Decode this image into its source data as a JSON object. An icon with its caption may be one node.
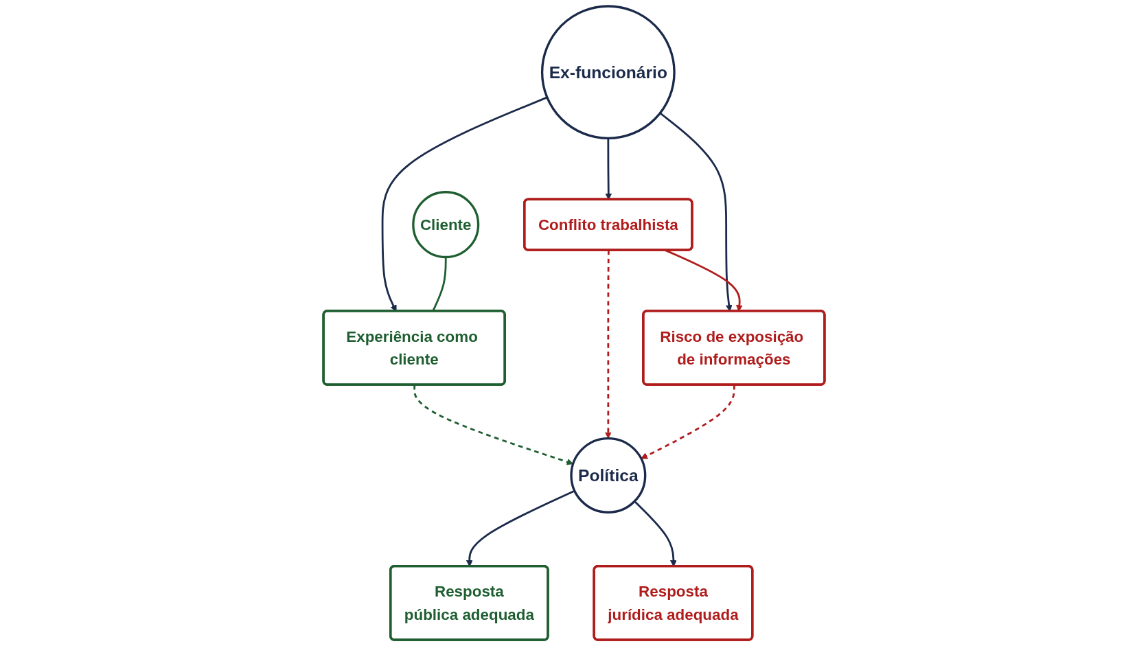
{
  "diagram": {
    "nodes": [
      {
        "text": [
          "Ex-funcionário"
        ]
      },
      {
        "text": [
          "Cliente"
        ]
      },
      {
        "text": [
          "Experiência como cliente"
        ]
      },
      {
        "text": [
          "Conflito trabalhista"
        ]
      },
      {
        "text": [
          "Risco de exposição de informações"
        ]
      },
      {
        "text": [
          "Política"
        ]
      },
      {
        "text": [
          "Resposta",
          "pública adequada"
        ]
      },
      {
        "text": [
          "Resposta",
          "jurídica adequada"
        ]
      }
    ],
    "edges": [
      {
        "from": 0,
        "to": 2,
        "arrow": "to"
      },
      {
        "from": 0,
        "to": 3,
        "arrow": "to"
      },
      {
        "from": 0,
        "to": 4,
        "arrow": "to"
      },
      {
        "from": 1,
        "to": 2,
        "arrow": "none",
        "color": "#1e5e30"
      },
      {
        "from": 3,
        "to": 4,
        "arrow": "to",
        "color": "#b01c1c"
      },
      {
        "from": 2,
        "to": 5,
        "arrow": "to",
        "style": "dashed",
        "color": "#1e5e30"
      },
      {
        "from": 3,
        "to": 5,
        "arrow": "to",
        "style": "dashed",
        "color": "#b01c1c"
      },
      {
        "from": 4,
        "to": 5,
        "arrow": "to",
        "style": "dashed",
        "color": "#b01c1c"
      },
      {
        "from": 5,
        "to": 6,
        "arrow": "to"
      },
      {
        "from": 5,
        "to": 7,
        "arrow": "to"
      }
    ]
  }
}
